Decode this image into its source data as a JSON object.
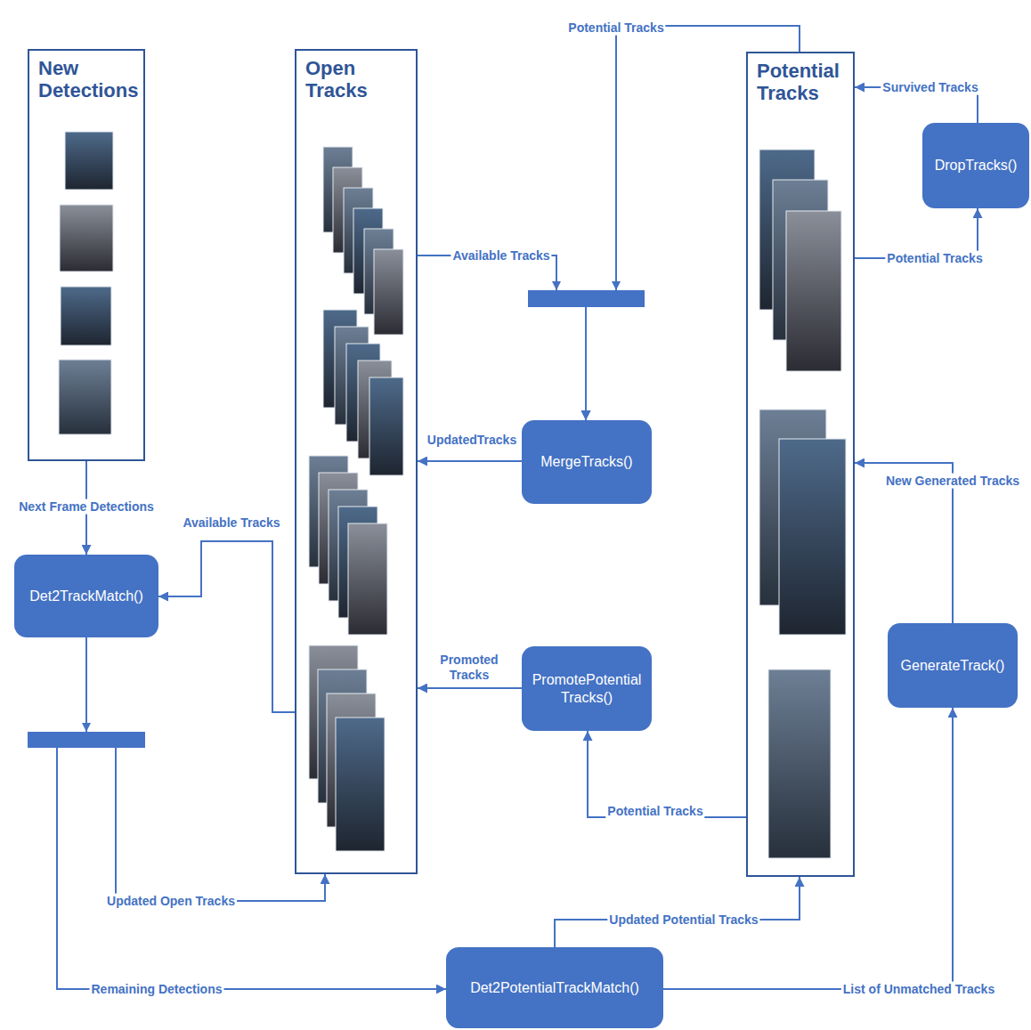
{
  "diagram": {
    "nodes": [
      {
        "text": [
          "New Detections"
        ]
      },
      {
        "text": [
          "Open Tracks"
        ]
      },
      {
        "text": [
          "Potential Tracks"
        ]
      },
      {
        "text": [
          "DropTracks()"
        ]
      },
      {
        "text": [
          "MergeTracks()"
        ]
      },
      {
        "text": [
          "Det2TrackMatch()"
        ]
      },
      {
        "text": [
          "PromotePotentialTracks()"
        ]
      },
      {
        "text": [
          "GenerateTrack()"
        ]
      },
      {
        "text": [
          "Det2PotentialTrackMatch()"
        ]
      }
    ],
    "edges": [
      {
        "from": 0,
        "to": 5,
        "label": "Next Frame Detections",
        "arrow": "to"
      },
      {
        "from": 1,
        "to": 5,
        "label": "Available Tracks",
        "arrow": "to"
      },
      {
        "from": 5,
        "to": 1,
        "label": "Updated Open Tracks",
        "arrow": "to"
      },
      {
        "from": 5,
        "to": 8,
        "label": "Remaining Detections",
        "arrow": "to"
      },
      {
        "from": 1,
        "to": 4,
        "label": "Available Tracks",
        "arrow": "to"
      },
      {
        "from": 2,
        "to": 4,
        "label": "Potential Tracks",
        "arrow": "to"
      },
      {
        "from": 4,
        "to": 1,
        "label": "UpdatedTracks",
        "arrow": "to"
      },
      {
        "from": 6,
        "to": 1,
        "label": "Promoted Tracks",
        "arrow": "to"
      },
      {
        "from": 2,
        "to": 6,
        "label": "Potential Tracks",
        "arrow": "to"
      },
      {
        "from": 2,
        "to": 3,
        "label": "Potential Tracks",
        "arrow": "to"
      },
      {
        "from": 3,
        "to": 2,
        "label": "Survived Tracks",
        "arrow": "to"
      },
      {
        "from": 8,
        "to": 2,
        "label": "Updated Potential Tracks",
        "arrow": "to"
      },
      {
        "from": 8,
        "to": 7,
        "label": "List of Unmatched Tracks",
        "arrow": "to"
      },
      {
        "from": 7,
        "to": 2,
        "label": "New Generated Tracks",
        "arrow": "to"
      }
    ]
  }
}
